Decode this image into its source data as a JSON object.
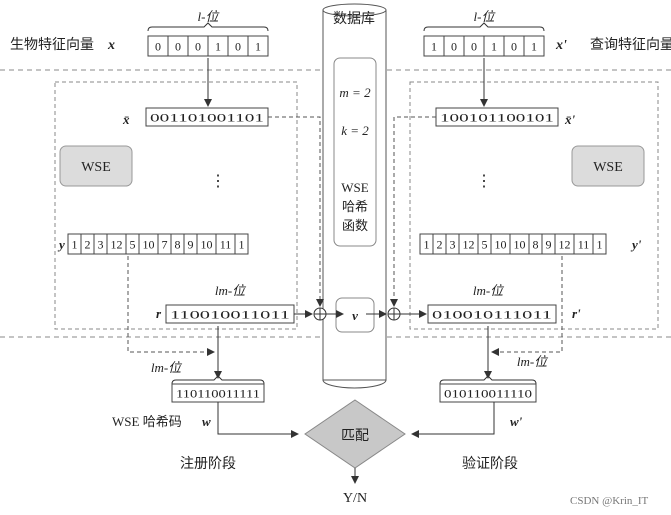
{
  "top": {
    "left_label": "生物特征向量",
    "left_var": "x",
    "right_label": "查询特征向量",
    "right_var": "x'",
    "bit_label": "l-位",
    "left_bits": [
      "0",
      "0",
      "0",
      "1",
      "0",
      "1"
    ],
    "right_bits": [
      "1",
      "0",
      "0",
      "1",
      "0",
      "1"
    ]
  },
  "database": {
    "title": "数据库",
    "m": "m = 2",
    "k": "k = 2",
    "wse_lines": [
      "WSE",
      "哈希",
      "函数"
    ],
    "v": "v"
  },
  "left": {
    "wse": "WSE",
    "xbar_label": "x̄",
    "xbar_bits": "001101001101",
    "dots": "⋮",
    "y_label": "y",
    "y_cells": [
      "1",
      "2",
      "3",
      "12",
      "5",
      "10",
      "7",
      "8",
      "9",
      "10",
      "11",
      "1"
    ],
    "r_label": "r",
    "r_bits": "110010011011",
    "lm_label": "lm-位",
    "w_bits": "110110011111",
    "w_lm_label": "lm-位",
    "hash_label": "WSE 哈希码",
    "hash_var": "w",
    "phase": "注册阶段"
  },
  "right": {
    "wse": "WSE",
    "xbar_label": "x̄'",
    "xbar_bits": "100101100101",
    "dots": "⋮",
    "y_label": "y'",
    "y_cells": [
      "1",
      "2",
      "3",
      "12",
      "5",
      "10",
      "10",
      "8",
      "9",
      "12",
      "11",
      "1"
    ],
    "r_label": "r'",
    "r_bits": "010010111011",
    "lm_label": "lm-位",
    "w_bits": "010110011110",
    "w_lm_label": "lm-位",
    "w_var": "w'",
    "phase": "验证阶段"
  },
  "match": {
    "label": "匹配",
    "result": "Y/N"
  },
  "watermark": "CSDN @Krin_IT"
}
